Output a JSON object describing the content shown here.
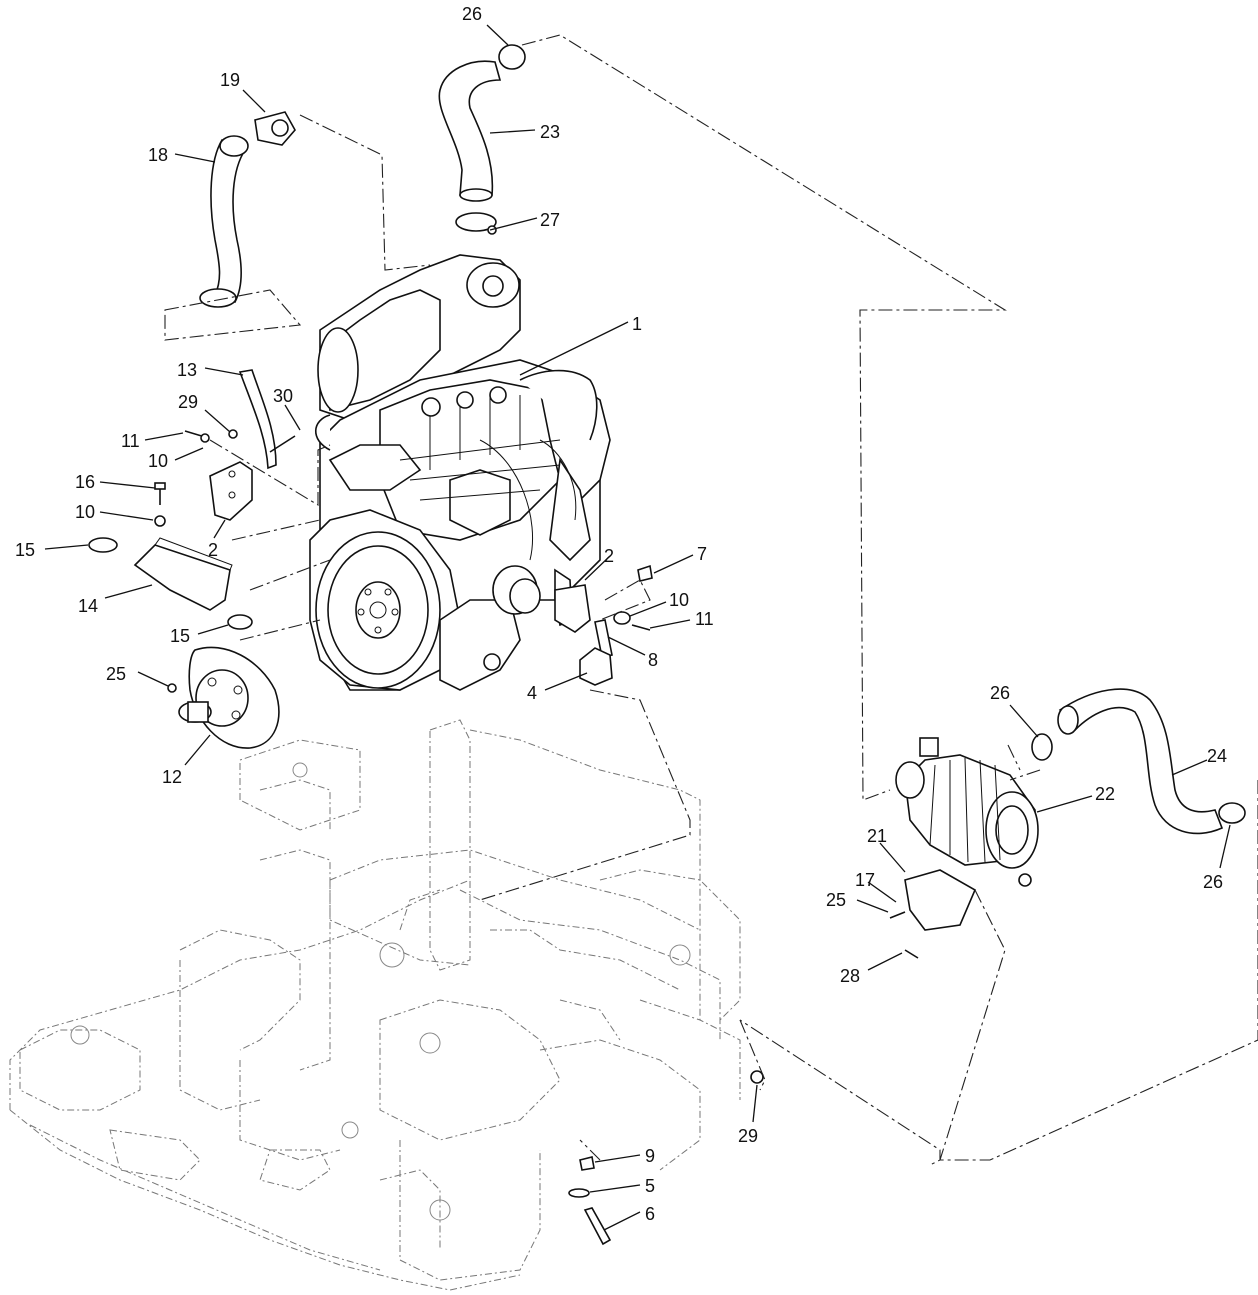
{
  "callouts": {
    "c26a": "26",
    "c23": "23",
    "c27": "27",
    "c19": "19",
    "c18": "18",
    "c1": "1",
    "c13": "13",
    "c29a": "29",
    "c30": "30",
    "c11a": "11",
    "c10a": "10",
    "c16": "16",
    "c10b": "10",
    "c2a": "2",
    "c15a": "15",
    "c14": "14",
    "c15b": "15",
    "c2b": "2",
    "c7": "7",
    "c10c": "10",
    "c11b": "11",
    "c8": "8",
    "c4": "4",
    "c25a": "25",
    "c12": "12",
    "c26b": "26",
    "c24": "24",
    "c22": "22",
    "c21": "21",
    "c17": "17",
    "c25b": "25",
    "c26c": "26",
    "c28": "28",
    "c29b": "29",
    "c9": "9",
    "c5": "5",
    "c6": "6"
  }
}
